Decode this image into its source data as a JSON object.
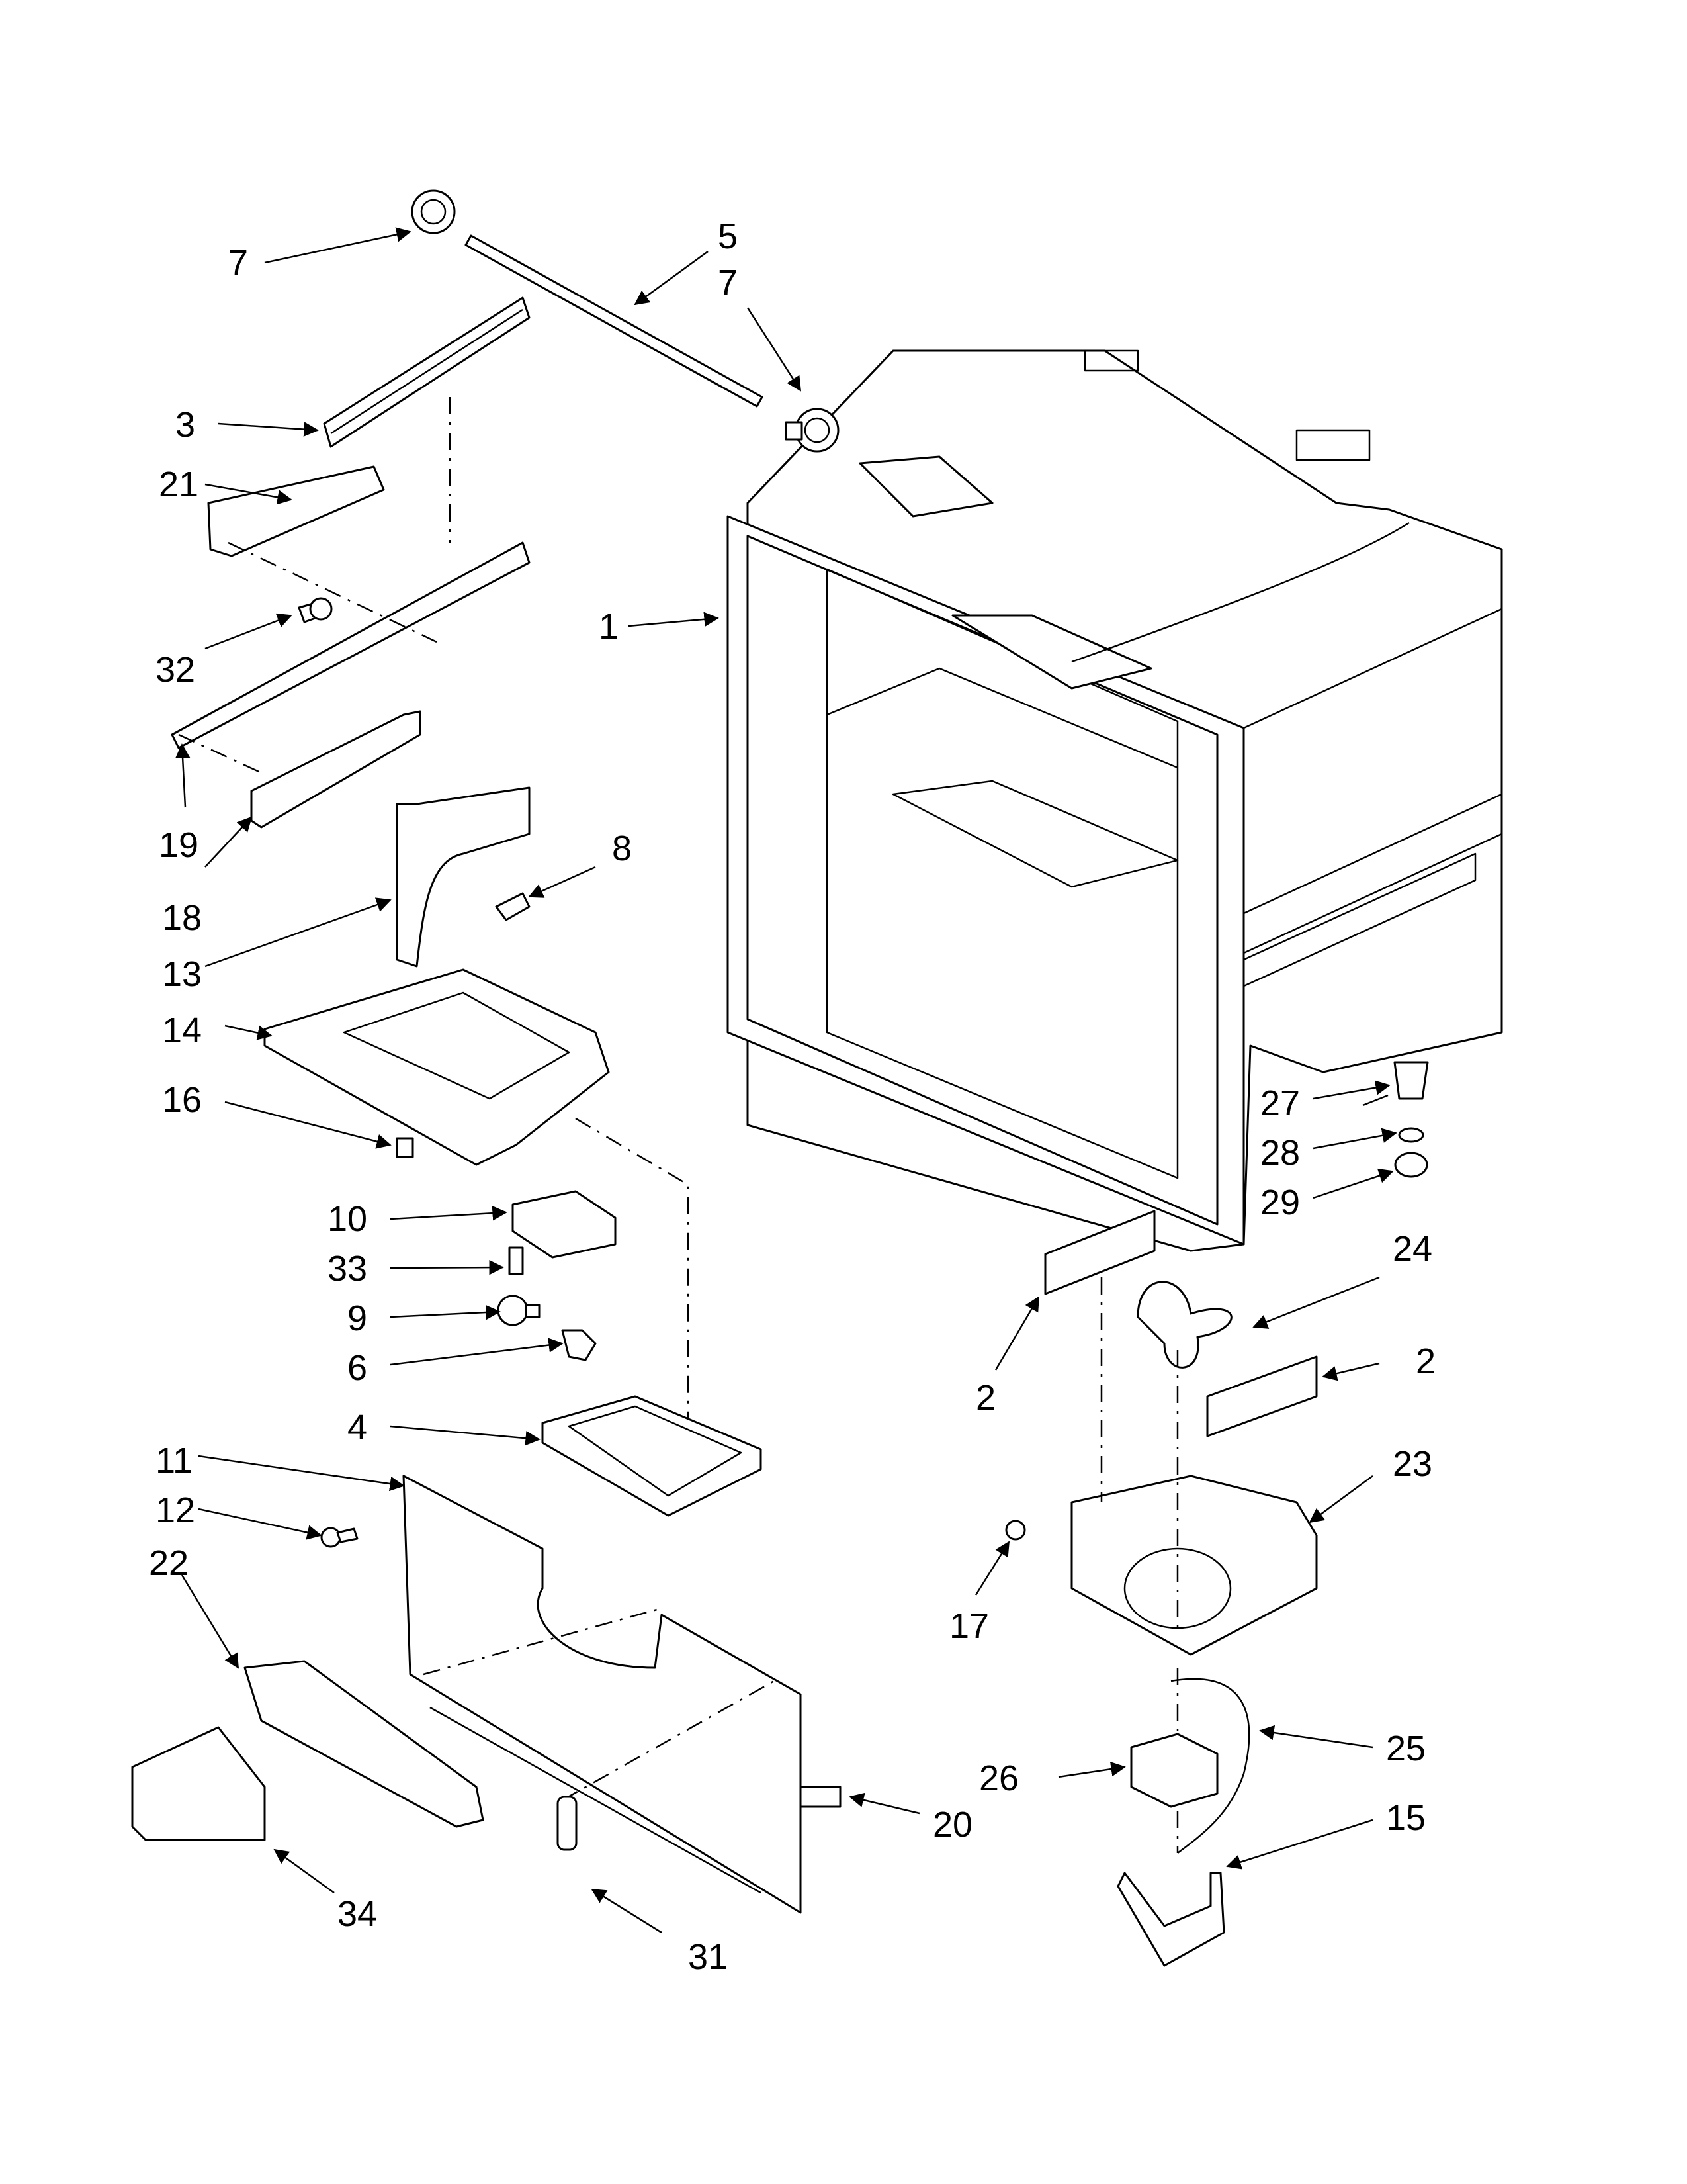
{
  "callouts": {
    "c1": "1",
    "c2a": "2",
    "c2b": "2",
    "c3": "3",
    "c4": "4",
    "c5": "5",
    "c6": "6",
    "c7a": "7",
    "c7b": "7",
    "c8": "8",
    "c9": "9",
    "c10": "10",
    "c11": "11",
    "c12": "12",
    "c13": "13",
    "c14": "14",
    "c15": "15",
    "c16": "16",
    "c17": "17",
    "c18": "18",
    "c19": "19",
    "c20": "20",
    "c21": "21",
    "c22": "22",
    "c23": "23",
    "c24": "24",
    "c25": "25",
    "c26": "26",
    "c27": "27",
    "c28": "28",
    "c29": "29",
    "c31": "31",
    "c32": "32",
    "c33": "33",
    "c34": "34"
  }
}
